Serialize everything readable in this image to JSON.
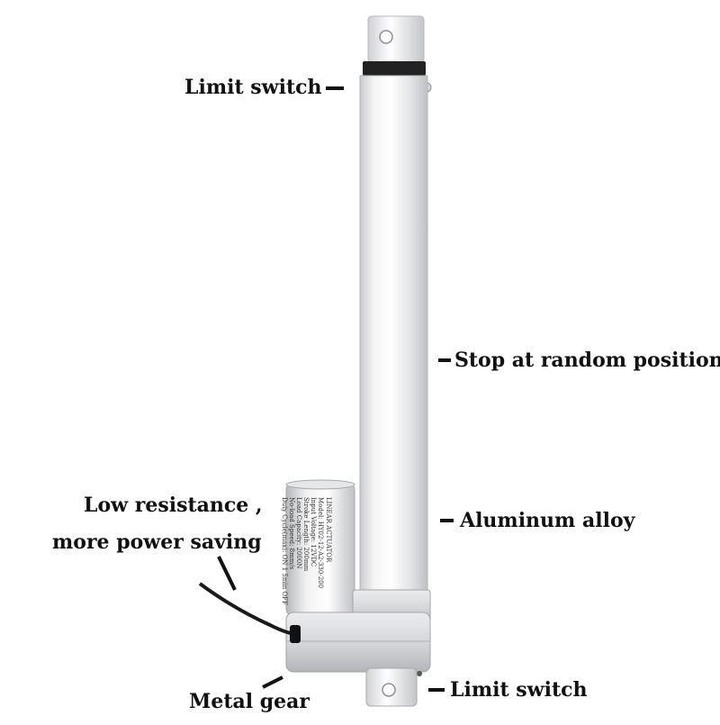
{
  "callouts": {
    "limit_switch_top": "Limit switch",
    "stop_at_random": "Stop at random position.",
    "aluminum_alloy": "Aluminum alloy",
    "low_resistance_line1": "Low resistance ,",
    "low_resistance_line2": "more power saving",
    "limit_switch_bottom": "Limit switch",
    "metal_gear": "Metal gear"
  },
  "motor_label": {
    "title": "LINEAR ACTUATOR",
    "lines": [
      "Model: HY02-12-A2-330-200",
      "Input Voltage:      12VDC",
      "Stroke Length:      200mm",
      "Load Capacity:      2000N",
      "No-load Speed:      8mm/s",
      "Duty Cycle(max): ON 1 5min OFF"
    ]
  },
  "colors": {
    "background": "#ffffff",
    "text": "#111111",
    "aluminum": "#e8e9eb",
    "cable": "#1a1a1a"
  }
}
